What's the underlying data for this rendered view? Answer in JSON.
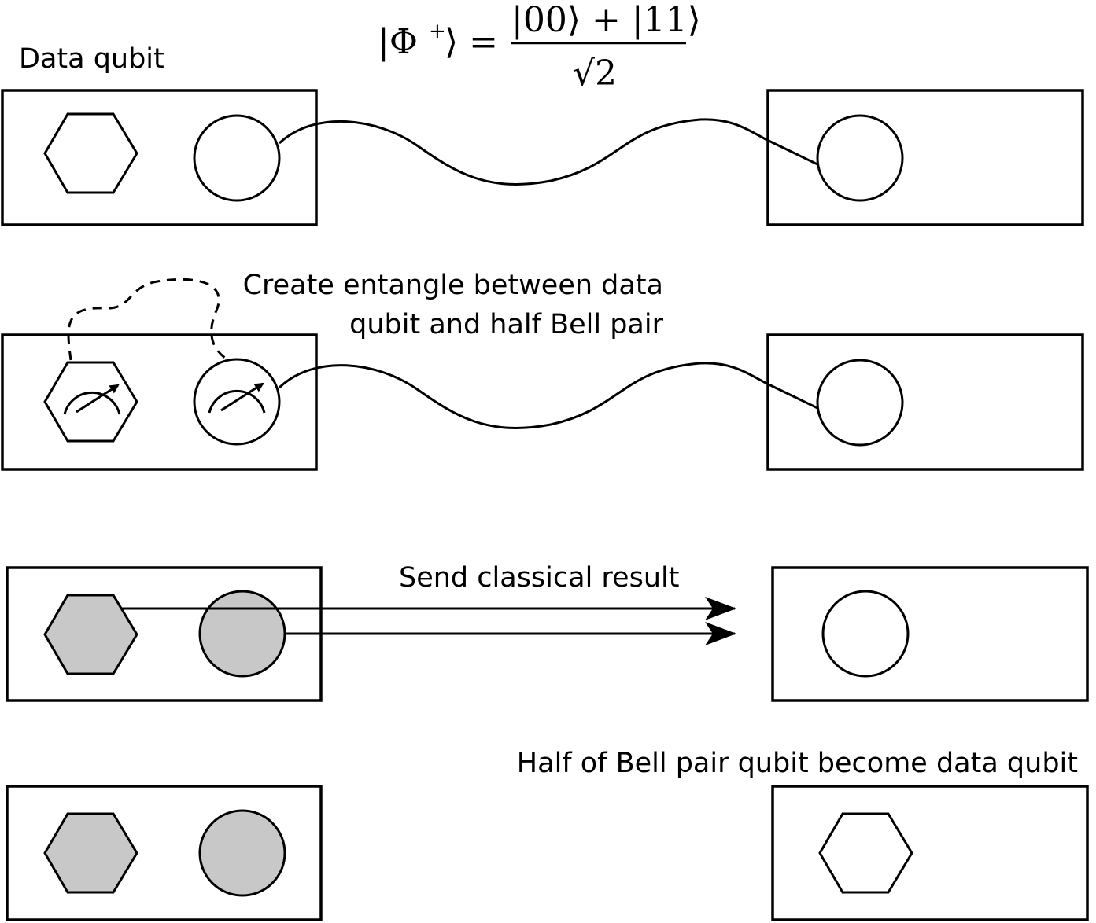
{
  "formula": {
    "lhs": "|Φ",
    "lhs_sup": "+",
    "lhs_close": "⟩ =",
    "numerator": "|00⟩ + |11⟩",
    "denominator": "√2"
  },
  "labels": {
    "data_qubit": "Data qubit",
    "create_entangle_line1": "Create entangle between data",
    "create_entangle_line2": "qubit and half Bell pair",
    "send_classical": "Send classical result",
    "half_bell_becomes": "Half of Bell pair qubit become data qubit"
  },
  "colors": {
    "measured_fill": "#c8c8c8",
    "empty_fill": "#ffffff",
    "stroke": "#000000"
  },
  "icons": [
    "hexagon-data-qubit-icon",
    "circle-bell-qubit-icon",
    "measurement-meter-icon",
    "arrow-right-icon"
  ]
}
